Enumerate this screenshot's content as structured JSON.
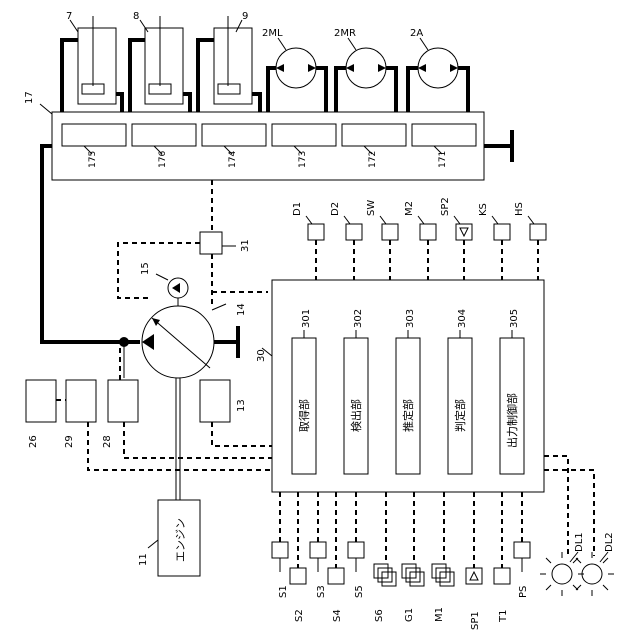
{
  "actuators": {
    "cyl1": "7",
    "cyl2": "8",
    "cyl3": "9",
    "mot1": "2ML",
    "mot2": "2MR",
    "mot3": "2A"
  },
  "valve_unit": {
    "ref": "17",
    "spools": [
      "175",
      "176",
      "174",
      "173",
      "172",
      "171"
    ]
  },
  "pilot": {
    "valve": "31",
    "pump": "15"
  },
  "main_pump": {
    "ref": "14"
  },
  "controller": {
    "ref": "30",
    "blocks": [
      {
        "num": "301",
        "name": "取得部"
      },
      {
        "num": "302",
        "name": "検出部"
      },
      {
        "num": "303",
        "name": "推定部"
      },
      {
        "num": "304",
        "name": "判定部"
      },
      {
        "num": "305",
        "name": "出力制御部"
      }
    ]
  },
  "top_sensors": [
    "D1",
    "D2",
    "SW",
    "M2",
    "SP2",
    "KS",
    "HS"
  ],
  "bottom_sensors": {
    "upper": [
      "S1",
      "S3",
      "S5"
    ],
    "lower": [
      "S2",
      "S4",
      "S6",
      "G1",
      "M1",
      "SP1",
      "T1",
      "PS"
    ],
    "lamps": [
      "DL1",
      "DL2"
    ]
  },
  "left_devices": [
    "26",
    "29",
    "28",
    "13"
  ],
  "engine": {
    "ref": "11",
    "name": "エンジン"
  }
}
